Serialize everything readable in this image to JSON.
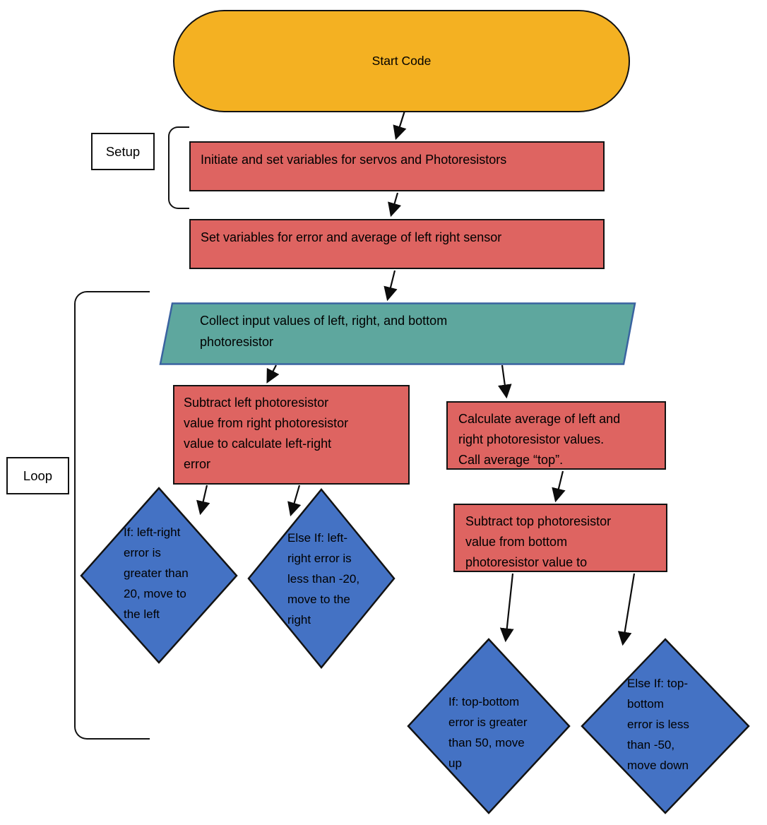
{
  "colors": {
    "gold": "#F4B122",
    "red": "#DE6461",
    "teal": "#5EA79E",
    "teal_border": "#3A63A0",
    "blue": "#4472C4",
    "outline": "#121212"
  },
  "sections": {
    "setup": "Setup",
    "loop": "Loop"
  },
  "nodes": {
    "start": "Start Code",
    "init": "Initiate and set variables for servos and Photoresistors",
    "set_vars": "Set variables for error and average of left right sensor",
    "collect": "Collect input values of left, right, and bottom\nphotoresistor",
    "subtract_lr": "Subtract left photoresistor\nvalue from right photoresistor\nvalue to calculate left-right\nerror",
    "calc_avg": "Calculate average of left and\nright photoresistor values.\nCall average “top”.",
    "subtract_tb": "Subtract top photoresistor\nvalue from bottom\nphotoresistor value to",
    "if_lr": "If: left-right\nerror is\ngreater than\n20, move to\nthe left",
    "elseif_lr": "Else If: left-\nright error is\nless than -20,\nmove to the\nright",
    "if_tb": "If: top-bottom\nerror is greater\nthan 50, move\nup",
    "elseif_tb": "Else If: top-\nbottom\nerror is less\nthan -50,\nmove down"
  }
}
